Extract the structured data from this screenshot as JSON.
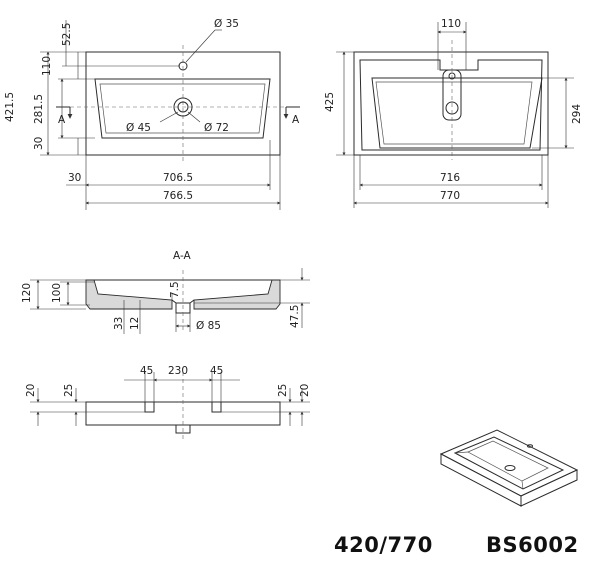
{
  "top_view": {
    "dims": {
      "d52_5": "52.5",
      "d110": "110",
      "d421_5": "421.5",
      "d281_5": "281.5",
      "d30_left": "30",
      "d30_bottom": "30",
      "d706_5": "706.5",
      "d766_5": "766.5",
      "hole_tap": "Ø 35",
      "hole_drain_small": "Ø 45",
      "hole_drain_large": "Ø 72"
    },
    "section_marker": "A"
  },
  "side_top_view": {
    "dims": {
      "d110": "110",
      "d425": "425",
      "d294": "294",
      "d716": "716",
      "d770": "770"
    }
  },
  "section_view": {
    "title": "A-A",
    "dims": {
      "d120": "120",
      "d100": "100",
      "d7_5": "7.5",
      "d33": "33",
      "d12": "12",
      "d85": "Ø 85",
      "d47_5": "47.5"
    }
  },
  "front_view": {
    "dims": {
      "d20_left": "20",
      "d25_left": "25",
      "d45_left": "45",
      "d230": "230",
      "d45_right": "45",
      "d25_right": "25",
      "d20_right": "20"
    }
  },
  "footer": {
    "size_code": "420/770",
    "model_code": "BS6002"
  }
}
